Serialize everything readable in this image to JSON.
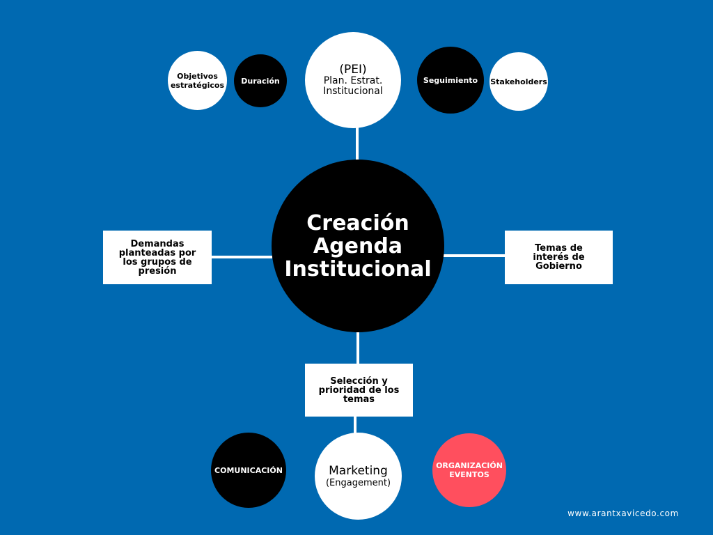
{
  "center": {
    "label": "Creación\nAgenda\nInstitucional"
  },
  "top": {
    "pei": {
      "title": "(PEI)",
      "subtitle": "Plan. Estrat.\nInstitucional"
    },
    "objetivos": "Objetivos\nestratégicos",
    "duracion": "Duración",
    "seguimiento": "Seguimiento",
    "stakeholders": "Stakeholders"
  },
  "left_box": "Demandas\nplanteadas por\nlos grupos de\npresión",
  "right_box": "Temas de\ninterés de\nGobierno",
  "bottom_box": "Selección y\nprioridad de los\ntemas",
  "bottom": {
    "comunicacion": "COMUNICACIÓN",
    "marketing": {
      "title": "Marketing",
      "subtitle": "(Engagement)"
    },
    "organizacion": "ORGANIZACIÓN\nEVENTOS"
  },
  "footer": "www.arantxavicedo.com",
  "colors": {
    "background": "#0069B1",
    "white": "#FFFFFF",
    "black": "#000000",
    "accent_pink": "#FF4F5E"
  }
}
